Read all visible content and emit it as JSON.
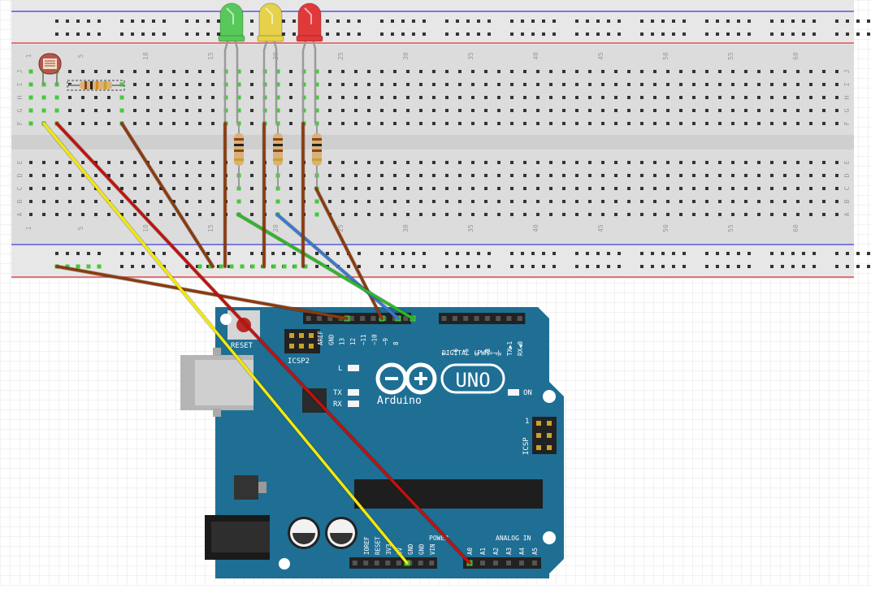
{
  "breadboard": {
    "row_letters_top": [
      "J",
      "I",
      "H",
      "G",
      "F"
    ],
    "row_letters_bottom": [
      "E",
      "D",
      "C",
      "B",
      "A"
    ],
    "column_numbers": [
      "1",
      "5",
      "10",
      "15",
      "20",
      "25",
      "30",
      "35",
      "40",
      "45",
      "50",
      "55",
      "60"
    ]
  },
  "leds": [
    {
      "color_name": "green",
      "fill": "#58c85a"
    },
    {
      "color_name": "yellow",
      "fill": "#e6d14a"
    },
    {
      "color_name": "red",
      "fill": "#e0393a"
    }
  ],
  "arduino": {
    "board_color": "#1f6f95",
    "reset_label": "RESET",
    "icsp2_label": "ICSP2",
    "icsp_label": "ICSP",
    "logo_word": "UNO",
    "brand": "Arduino",
    "digital_header_label": "DIGITAL (PWM=~)",
    "digital_pins_left": [
      "AREF",
      "GND",
      "13",
      "12",
      "~11",
      "~10",
      "~9",
      "8"
    ],
    "digital_pins_right": [
      "7",
      "~6",
      "~5",
      "4",
      "~3",
      "2",
      "TX▶1",
      "RX◀0"
    ],
    "led_labels": {
      "l": "L",
      "tx": "TX",
      "rx": "RX",
      "on": "ON"
    },
    "power_label": "POWER",
    "power_pins": [
      "IOREF",
      "RESET",
      "3V3",
      "5V",
      "GND",
      "GND",
      "VIN"
    ],
    "analog_label": "ANALOG IN",
    "analog_pins": [
      "A0",
      "A1",
      "A2",
      "A3",
      "A4",
      "A5"
    ],
    "icsp_pin1": "1"
  },
  "wires": [
    {
      "name": "wire-gnd",
      "color": "#8b3a0e"
    },
    {
      "name": "wire-5v",
      "color": "#f2e80c"
    },
    {
      "name": "wire-a0",
      "color": "#c0120e"
    },
    {
      "name": "wire-pin11",
      "color": "#8b3a0e"
    },
    {
      "name": "wire-pin10",
      "color": "#3a78c8"
    },
    {
      "name": "wire-pin9",
      "color": "#2fb52a"
    }
  ]
}
